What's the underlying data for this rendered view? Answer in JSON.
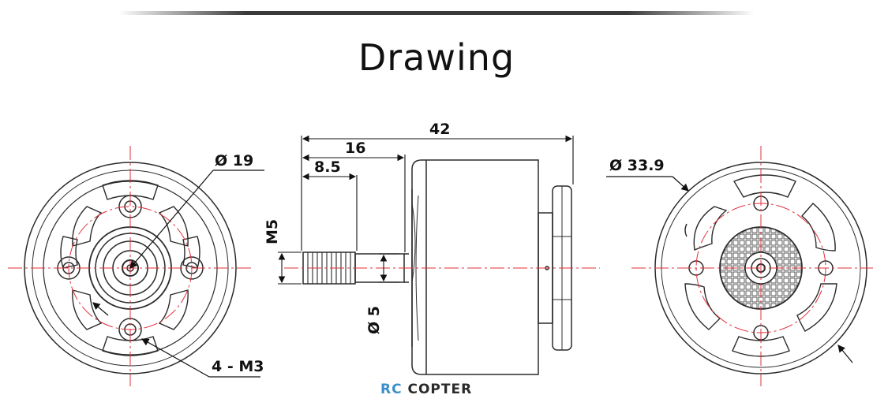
{
  "title": "Drawing",
  "dimensions": {
    "front_diameter": "Ø 19",
    "overall_length": "42",
    "shaft_length": "16",
    "thread_length": "8.5",
    "thread_size": "M5",
    "shaft_diameter": "Ø 5",
    "back_diameter": "Ø 33.9",
    "mount_holes": "4 - M3"
  },
  "watermark": {
    "part1": "RC",
    "part2": "COPTER"
  },
  "colors": {
    "line": "#2b2b2b",
    "centerline": "#e0303a",
    "watermark_accent": "#3b8fc8"
  }
}
